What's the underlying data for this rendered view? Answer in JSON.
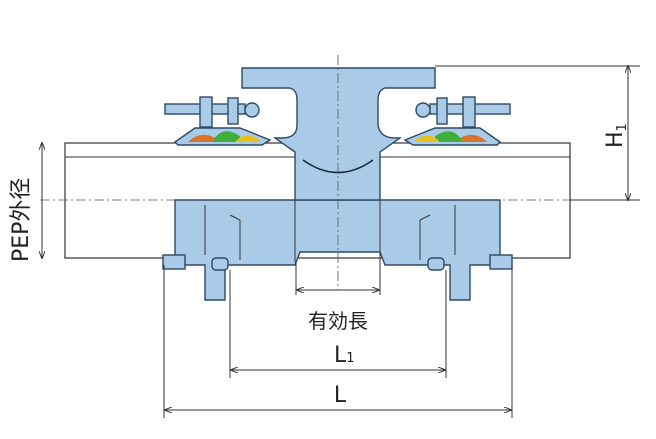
{
  "labels": {
    "pep_outer_diameter": "PEP外径",
    "height": "H",
    "height_sub": "1",
    "effective_length": "有効長",
    "length_l1": "L",
    "length_l1_sub": "1",
    "length_l": "L"
  },
  "colors": {
    "body": "#a9cbe8",
    "outline": "#2d4a66",
    "gasket_green": "#3fae3a",
    "gasket_yellow": "#e7c21d",
    "gasket_orange": "#d8732a"
  }
}
